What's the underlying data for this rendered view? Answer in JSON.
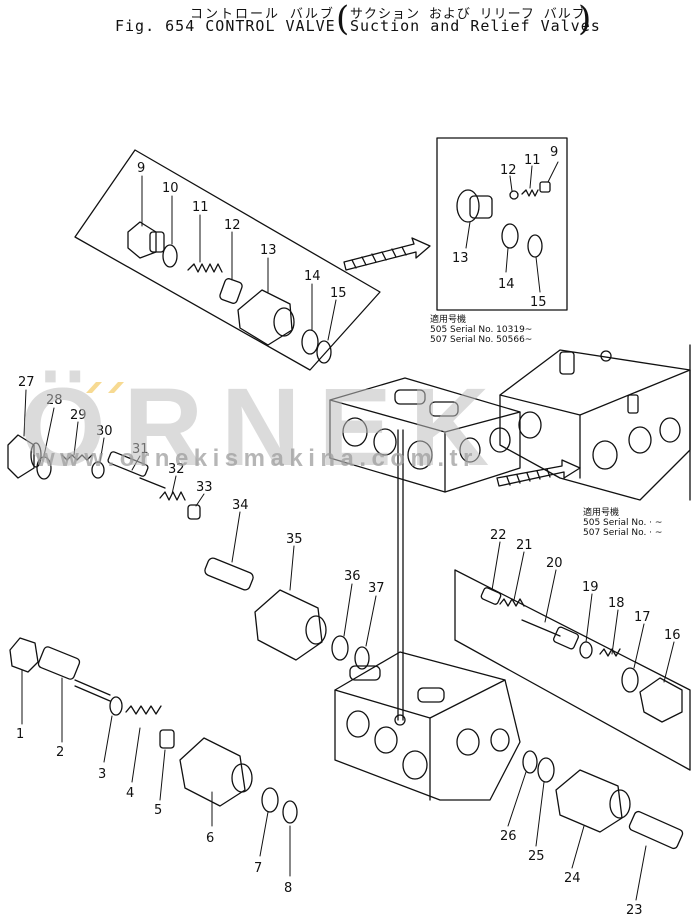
{
  "title": {
    "jp": "コントロール バルブ",
    "fig": "Fig. 654 CONTROL VALVE",
    "sub_jp": "サクション および リリーフ バルブ",
    "sub_en": "Suction and Relief Valves"
  },
  "watermark": {
    "brand": "ÖRNEK",
    "url": "www.ornekismakina.com.tr"
  },
  "notes": {
    "top": {
      "heading": "適用号機",
      "line1": "505 Serial No. 10319~",
      "line2": "507 Serial No. 50566~"
    },
    "lower": {
      "heading": "適用号機",
      "line1": "505 Serial No. · ~",
      "line2": "507 Serial No. · ~"
    }
  },
  "callouts": [
    "1",
    "2",
    "3",
    "4",
    "5",
    "6",
    "7",
    "8",
    "9",
    "10",
    "11",
    "12",
    "13",
    "14",
    "15",
    "16",
    "17",
    "18",
    "19",
    "20",
    "21",
    "22",
    "23",
    "24",
    "25",
    "26",
    "27",
    "28",
    "29",
    "30",
    "31",
    "32",
    "33",
    "34",
    "35",
    "36",
    "37"
  ],
  "inset_callouts": [
    "9",
    "11",
    "12",
    "13",
    "14",
    "15"
  ],
  "colors": {
    "line": "#111111",
    "watermark": "#bdbdbd",
    "watermark_accent": "#f2c14a"
  }
}
